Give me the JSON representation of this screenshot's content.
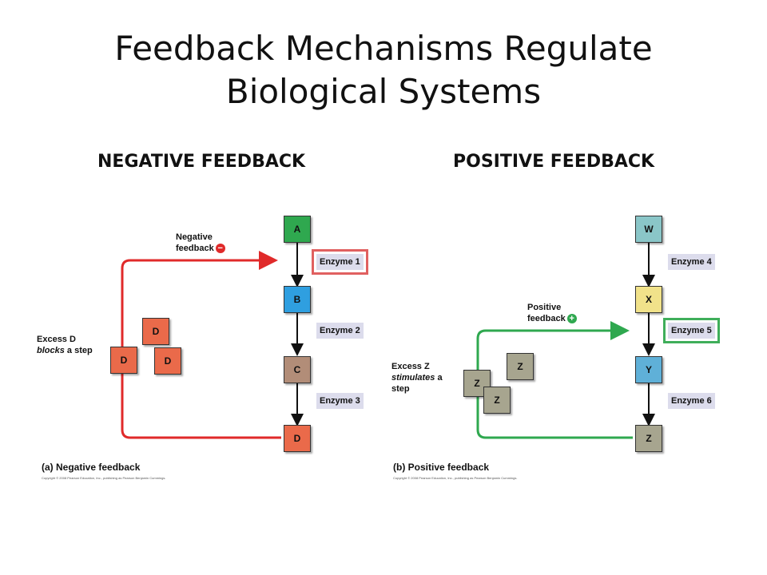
{
  "title": {
    "line1": "Feedback Mechanisms Regulate",
    "line2": "Biological Systems"
  },
  "columns": {
    "negative": "NEGATIVE FEEDBACK",
    "positive": "POSITIVE FEEDBACK"
  },
  "negative": {
    "steps": [
      "A",
      "B",
      "C",
      "D"
    ],
    "enzymes": [
      "Enzyme 1",
      "Enzyme 2",
      "Enzyme 3"
    ],
    "feedback_label_1": "Negative",
    "feedback_label_2": "feedback",
    "feedback_sign": "−",
    "excess_line1": "Excess D",
    "excess_line2_italic": "blocks",
    "excess_line2_rest": " a step",
    "excess_molecules": [
      "D",
      "D",
      "D"
    ],
    "caption": "(a) Negative feedback",
    "copyright": "Copyright © 2008 Pearson Education, Inc., publishing as Pearson Benjamin Cummings.",
    "colors": {
      "A": "#2fa84f",
      "B": "#2f9fe0",
      "C": "#b28d78",
      "D": "#ea6a4a",
      "arrow": "#e02a2a"
    }
  },
  "positive": {
    "steps": [
      "W",
      "X",
      "Y",
      "Z"
    ],
    "enzymes": [
      "Enzyme 4",
      "Enzyme 5",
      "Enzyme 6"
    ],
    "feedback_label_1": "Positive",
    "feedback_label_2": "feedback",
    "feedback_sign": "+",
    "excess_line1": "Excess Z",
    "excess_line2_italic": "stimulates",
    "excess_line2_rest": " a",
    "excess_line3": "step",
    "excess_molecules": [
      "Z",
      "Z",
      "Z"
    ],
    "caption": "(b) Positive feedback",
    "copyright": "Copyright © 2008 Pearson Education, Inc., publishing as Pearson Benjamin Cummings.",
    "colors": {
      "W": "#8ac6c8",
      "X": "#f1e28a",
      "Y": "#5fb0d8",
      "Z": "#a7a58f",
      "arrow": "#2fa84f"
    }
  }
}
